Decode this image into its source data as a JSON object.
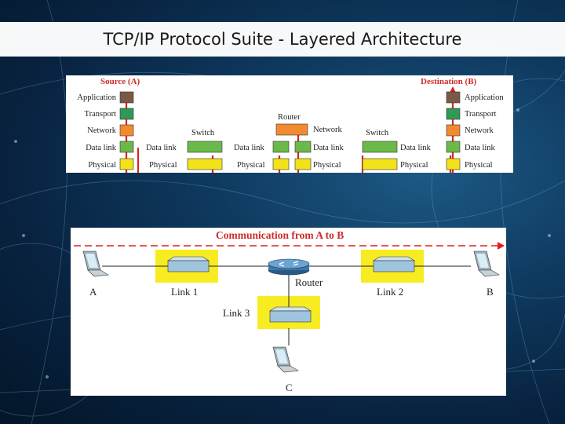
{
  "slide": {
    "title": "TCP/IP Protocol Suite - Layered Architecture"
  },
  "top_diagram": {
    "source_label": "Source (A)",
    "destination_label": "Destination (B)",
    "layers": [
      "Application",
      "Transport",
      "Network",
      "Data link",
      "Physical"
    ],
    "switch_label": "Switch",
    "router_label": "Router",
    "network_label": "Network",
    "data_link_label": "Data link",
    "physical_label": "Physical"
  },
  "bottom_diagram": {
    "title": "Communication from A to B",
    "host_a": "A",
    "host_b": "B",
    "host_c": "C",
    "link1": "Link 1",
    "link2": "Link 2",
    "link3": "Link 3",
    "router": "Router"
  },
  "colors": {
    "application": "#7a5a45",
    "transport": "#2e9a55",
    "network": "#f28a30",
    "data_link": "#6ab94a",
    "physical": "#f2e21a",
    "path": "#e02020",
    "highlight": "#f7ec22"
  }
}
